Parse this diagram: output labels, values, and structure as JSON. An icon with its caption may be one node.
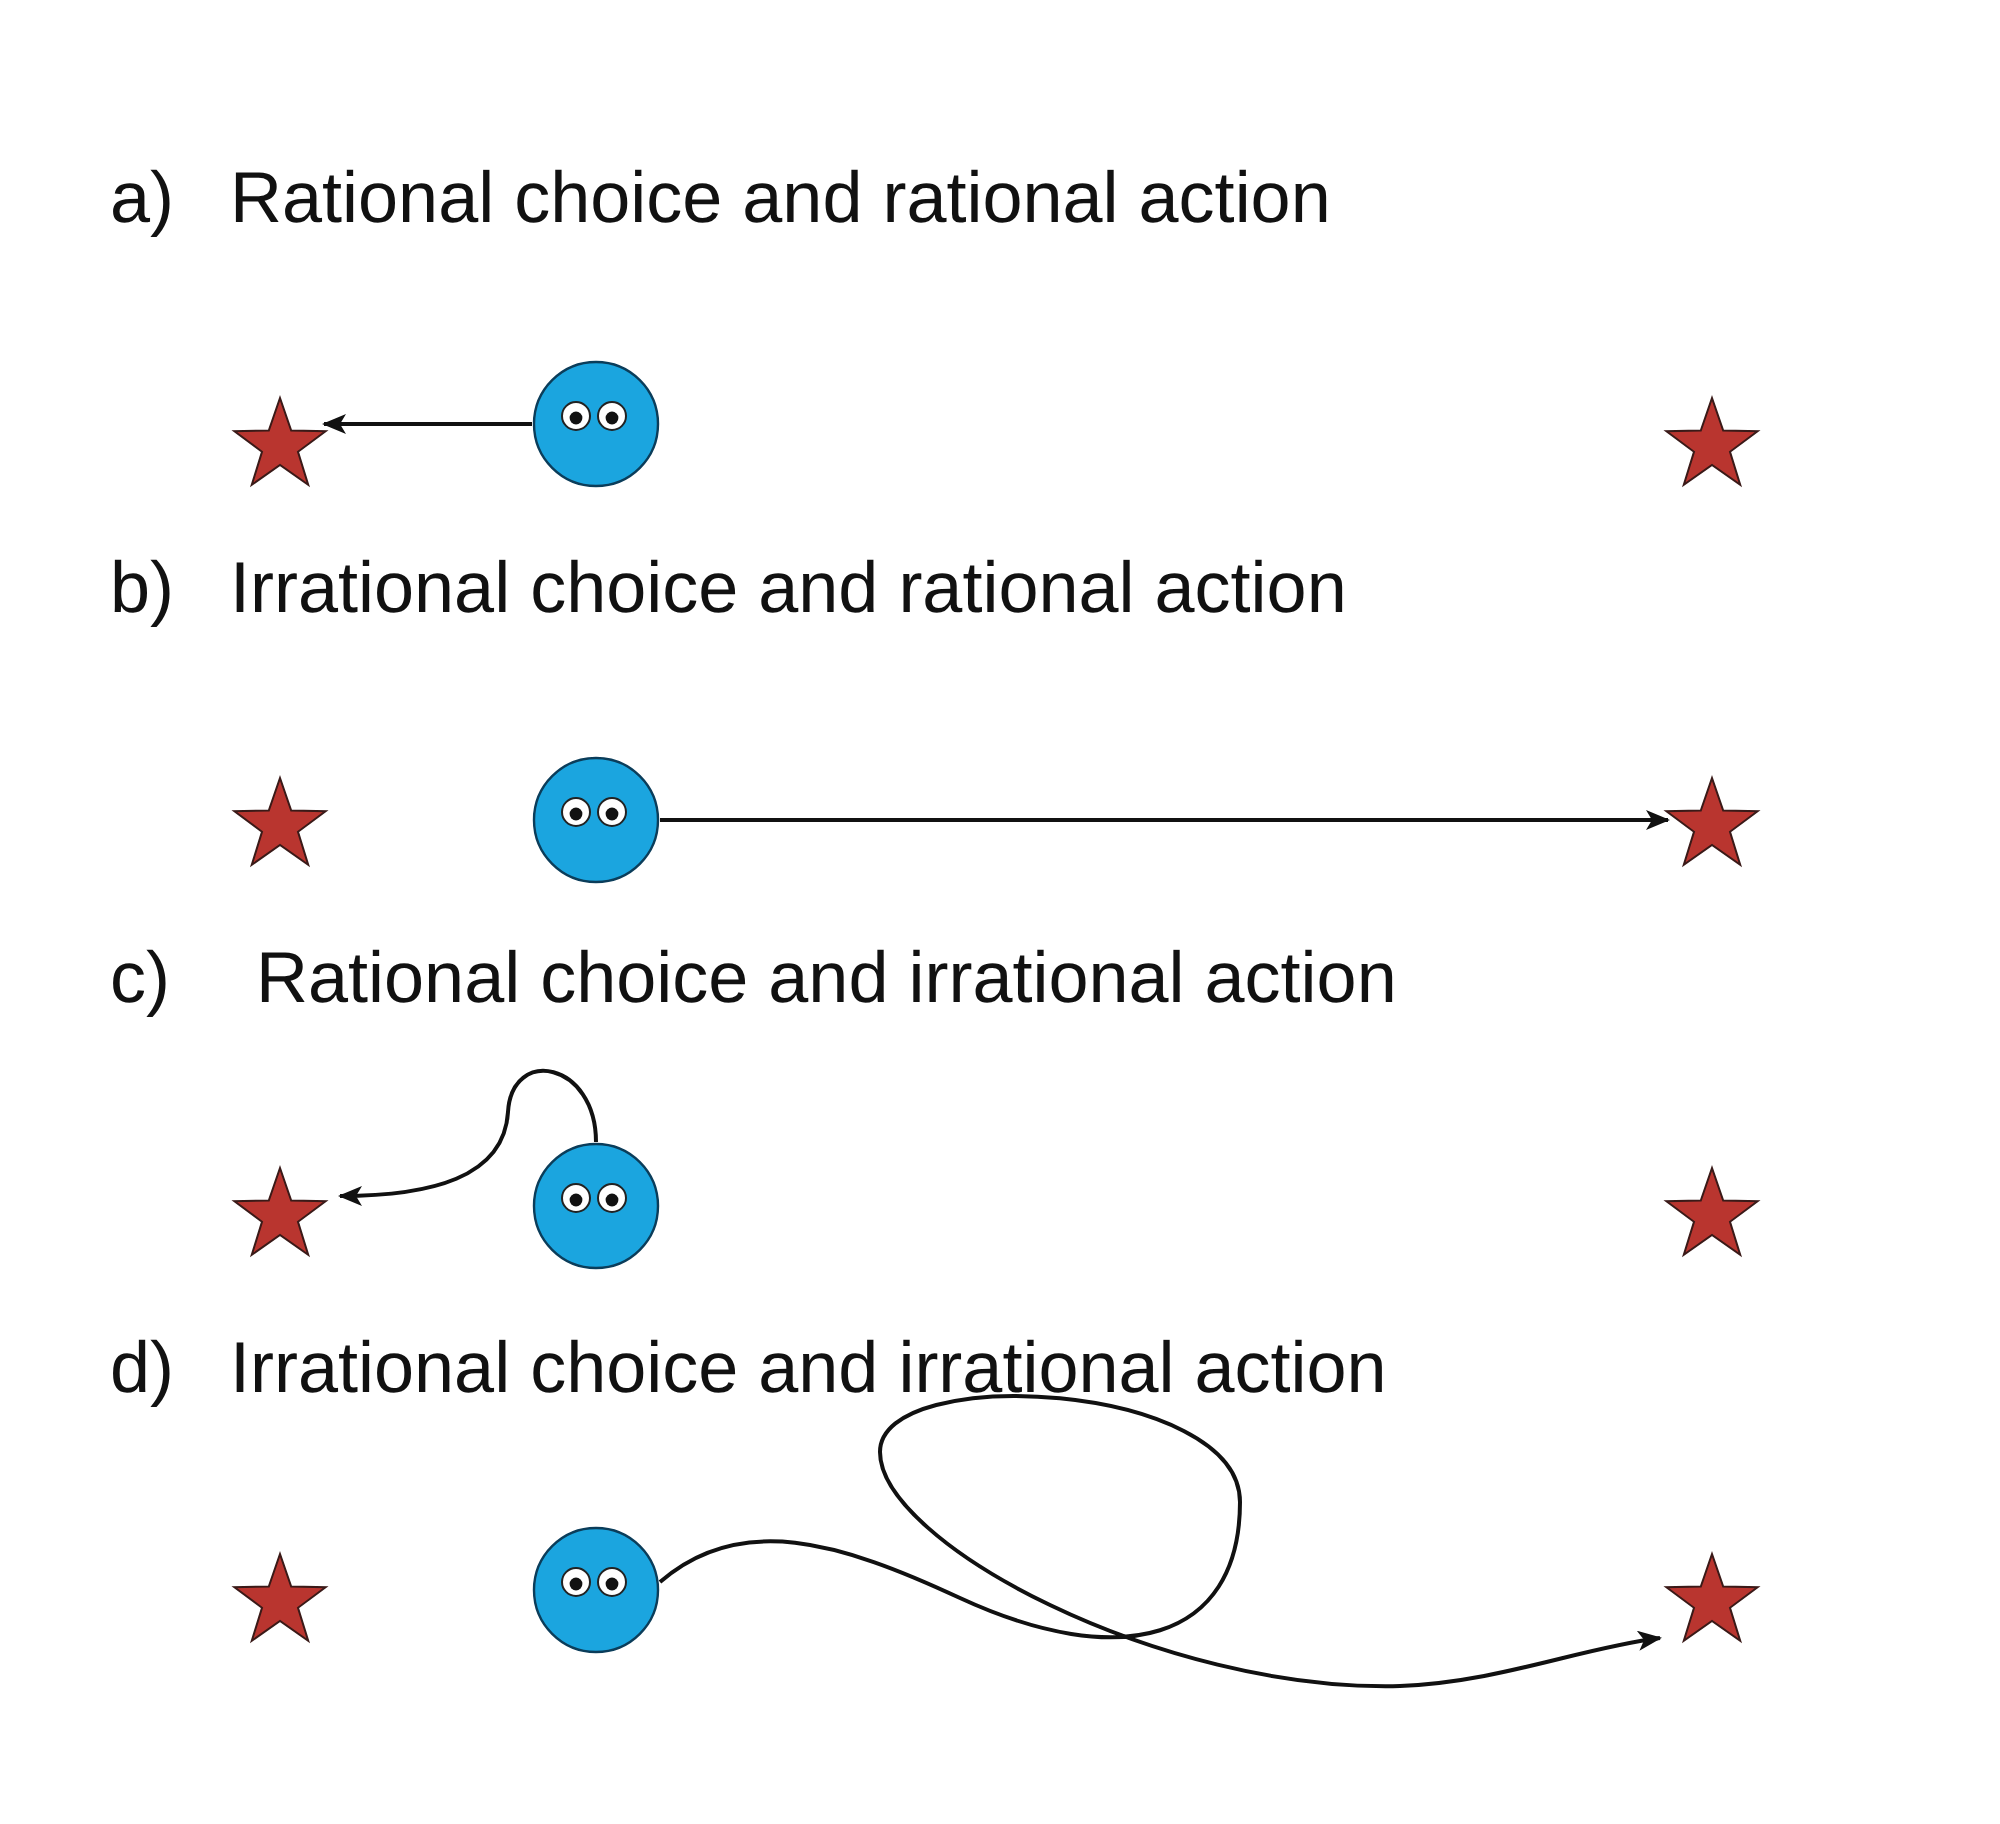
{
  "diagram": {
    "nodes": [
      {
        "text": [],
        "shape": "star"
      },
      {
        "text": [],
        "shape": "circle"
      },
      {
        "text": [],
        "shape": "star"
      },
      {
        "text": [],
        "shape": "star"
      },
      {
        "text": [],
        "shape": "circle"
      },
      {
        "text": [],
        "shape": "star"
      },
      {
        "text": [],
        "shape": "star"
      },
      {
        "text": [],
        "shape": "circle"
      },
      {
        "text": [],
        "shape": "star"
      },
      {
        "text": [],
        "shape": "star"
      },
      {
        "text": [],
        "shape": "circle"
      },
      {
        "text": [],
        "shape": "star"
      }
    ],
    "edges": [
      {
        "from": 1,
        "to": 0,
        "arrow": "to"
      },
      {
        "from": 4,
        "to": 5,
        "arrow": "to"
      },
      {
        "from": 7,
        "to": 6,
        "arrow": "to"
      },
      {
        "from": 10,
        "to": 11,
        "arrow": "to"
      }
    ],
    "labels": [
      "a)",
      "Rational choice and rational action",
      "b)",
      "Irrational choice and rational action",
      "c)",
      "Rational choice and irrational action",
      "d)",
      "Irrational choice and irrational action"
    ]
  }
}
